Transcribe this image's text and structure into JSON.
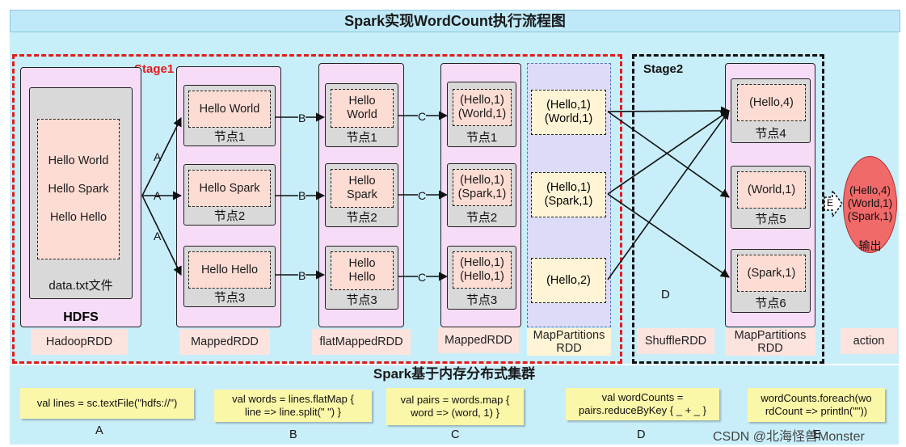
{
  "title": "Spark实现WordCount执行流程图",
  "stages": {
    "stage1": "Stage1",
    "stage2": "Stage2"
  },
  "cluster_label": "Spark基于内存分布式集群",
  "hdfs": {
    "lines": [
      "Hello World",
      "Hello Spark",
      "Hello Hello"
    ],
    "file_label": "data.txt文件",
    "title": "HDFS"
  },
  "mapped_rdd": {
    "items": [
      "Hello World",
      "Hello Spark",
      "Hello Hello"
    ],
    "nodes": [
      "节点1",
      "节点2",
      "节点3"
    ]
  },
  "flat_mapped_rdd": {
    "items": [
      "Hello\nWorld",
      "Hello\nSpark",
      "Hello\nHello"
    ],
    "nodes": [
      "节点1",
      "节点2",
      "节点3"
    ]
  },
  "pairs_rdd": {
    "items": [
      "(Hello,1)\n(World,1)",
      "(Hello,1)\n(Spark,1)",
      "(Hello,1)\n(Hello,1)"
    ],
    "nodes": [
      "节点1",
      "节点2",
      "节点3"
    ]
  },
  "map_partitions_rdd1": {
    "items": [
      "(Hello,1)\n(World,1)",
      "(Hello,1)\n(Spark,1)",
      "(Hello,2)"
    ]
  },
  "shuffle_letter": "D",
  "map_partitions_rdd2": {
    "items": [
      "(Hello,4)",
      "(World,1)",
      "(Spark,1)"
    ],
    "nodes": [
      "节点4",
      "节点5",
      "节点6"
    ]
  },
  "output": {
    "text": "(Hello,4)\n(World,1)\n(Spark,1)",
    "label": "输出"
  },
  "rdd_labels": [
    "HadoopRDD",
    "MappedRDD",
    "flatMappedRDD",
    "MappedRDD",
    "MapPartitions\nRDD",
    "ShuffleRDD",
    "MapPartitions\nRDD",
    "action"
  ],
  "arrow_labels": {
    "a": "A",
    "b": "B",
    "c": "C",
    "e": "E"
  },
  "code": [
    {
      "text": "val lines = sc.textFile(\"hdfs://\")",
      "letter": "A"
    },
    {
      "text": "val words = lines.flatMap {\nline => line.split(\" \") }",
      "letter": "B"
    },
    {
      "text": "val pairs = words.map {\nword => (word, 1) }",
      "letter": "C"
    },
    {
      "text": "val wordCounts =\npairs.reduceByKey { _ + _ }",
      "letter": "D"
    },
    {
      "text": "wordCounts.foreach(wo\nrdCount => println(\"\"))",
      "letter": "E"
    }
  ],
  "watermark": "CSDN @北海怪兽Monster",
  "colors": {
    "stage1_border": "#e11b1b",
    "stage2_border": "#111111",
    "rdd_fill": "#f7dcf8",
    "node_fill": "#d9d9d9",
    "item_fill": "#fcdcd3",
    "panel": "#c8eefa",
    "code_fill": "#fbf7a8",
    "output_fill": "#f06a6a"
  }
}
